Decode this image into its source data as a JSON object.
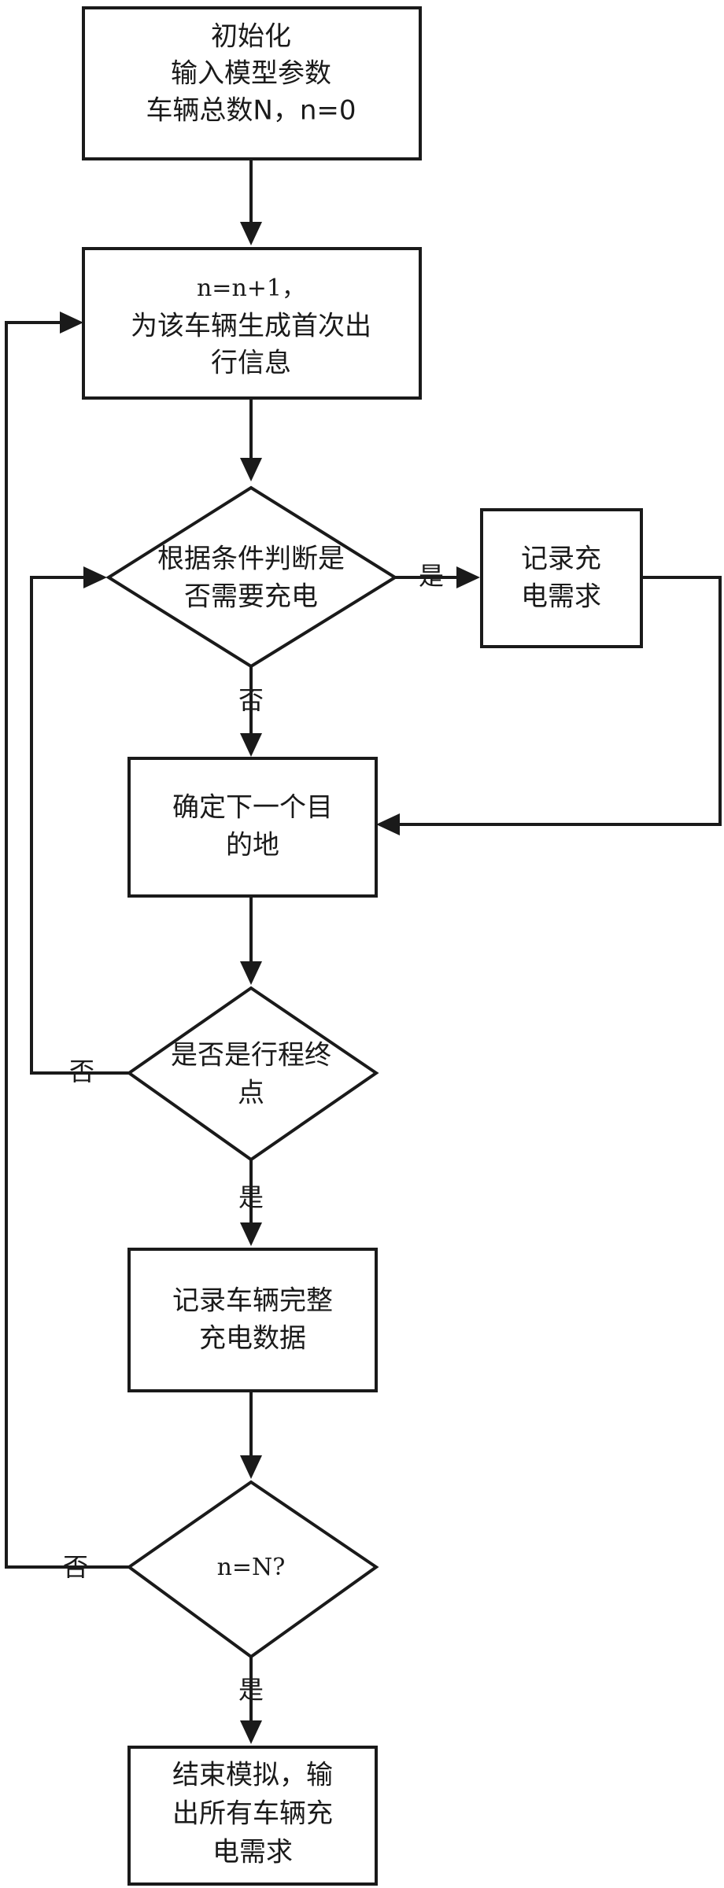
{
  "nodes": {
    "init": {
      "lines": [
        "初始化",
        "输入模型参数",
        "车辆总数N，n=0"
      ]
    },
    "first_trip": {
      "lines": [
        "n=n+1，",
        "为该车辆生成首次出",
        "行信息"
      ]
    },
    "need_charge": {
      "lines": [
        "根据条件判断是",
        "否需要充电"
      ]
    },
    "record_demand": {
      "lines": [
        "记录充",
        "电需求"
      ]
    },
    "next_dest": {
      "lines": [
        "确定下一个目",
        "的地"
      ]
    },
    "trip_end": {
      "lines": [
        "是否是行程终",
        "点"
      ]
    },
    "record_full": {
      "lines": [
        "记录车辆完整",
        "充电数据"
      ]
    },
    "check_n": {
      "lines": [
        "n=N?"
      ]
    },
    "finish": {
      "lines": [
        "结束模拟，输",
        "出所有车辆充",
        "电需求"
      ]
    }
  },
  "edge_labels": {
    "charge_yes": "是",
    "charge_no": "否",
    "trip_end_no": "否",
    "trip_end_yes": "是",
    "check_n_no": "否",
    "check_n_yes": "是"
  },
  "colors": {
    "stroke": "#1a1a1a",
    "fill": "#ffffff"
  }
}
